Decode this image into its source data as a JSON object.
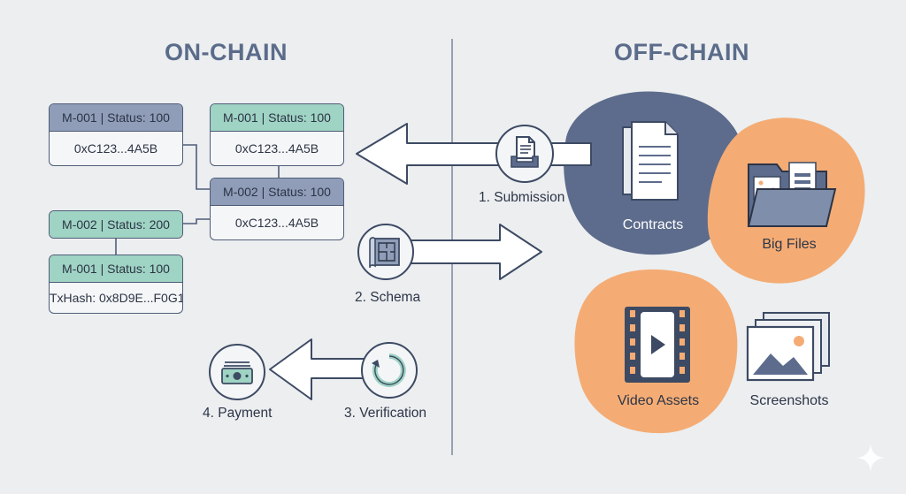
{
  "headings": {
    "on_chain": "ON-CHAIN",
    "off_chain": "OFF-CHAIN"
  },
  "blocks": [
    {
      "id": "b1",
      "header": "M-001 | Status: 100",
      "body": "0xC123...4A5B",
      "header_color": "#8f9db8"
    },
    {
      "id": "b2",
      "header": "M-001 | Status: 100",
      "body": "0xC123...4A5B",
      "header_color": "#9fd3c3"
    },
    {
      "id": "b3",
      "header": "M-002 | Status: 100",
      "body": "0xC123...4A5B",
      "header_color": "#8f9db8"
    },
    {
      "id": "b4",
      "header": "M-002 | Status: 200",
      "body": "",
      "header_color": "#9fd3c3"
    },
    {
      "id": "b5",
      "header": "M-001 | Status: 100",
      "body": "TxHash: 0x8D9E...F0G1",
      "header_color": "#9fd3c3"
    }
  ],
  "steps": [
    {
      "label": "1. Submission",
      "icon": "document-tray-icon"
    },
    {
      "label": "2. Schema",
      "icon": "blueprint-icon"
    },
    {
      "label": "3. Verification",
      "icon": "refresh-cycle-icon"
    },
    {
      "label": "4. Payment",
      "icon": "money-icon"
    }
  ],
  "off_chain_items": [
    {
      "label": "Contracts",
      "icon": "documents-icon",
      "blob_color": "#5d6c8c"
    },
    {
      "label": "Big Files",
      "icon": "folder-icon",
      "blob_color": "#f4ac74"
    },
    {
      "label": "Video Assets",
      "icon": "film-icon",
      "blob_color": "#f4ac74"
    },
    {
      "label": "Screenshots",
      "icon": "images-icon"
    }
  ],
  "colors": {
    "background": "#eceef0",
    "navy": "#5d6c8c",
    "orange": "#f4ac74",
    "teal": "#9fd3c3",
    "slate_header": "#8f9db8",
    "outline": "#3d4a63"
  }
}
